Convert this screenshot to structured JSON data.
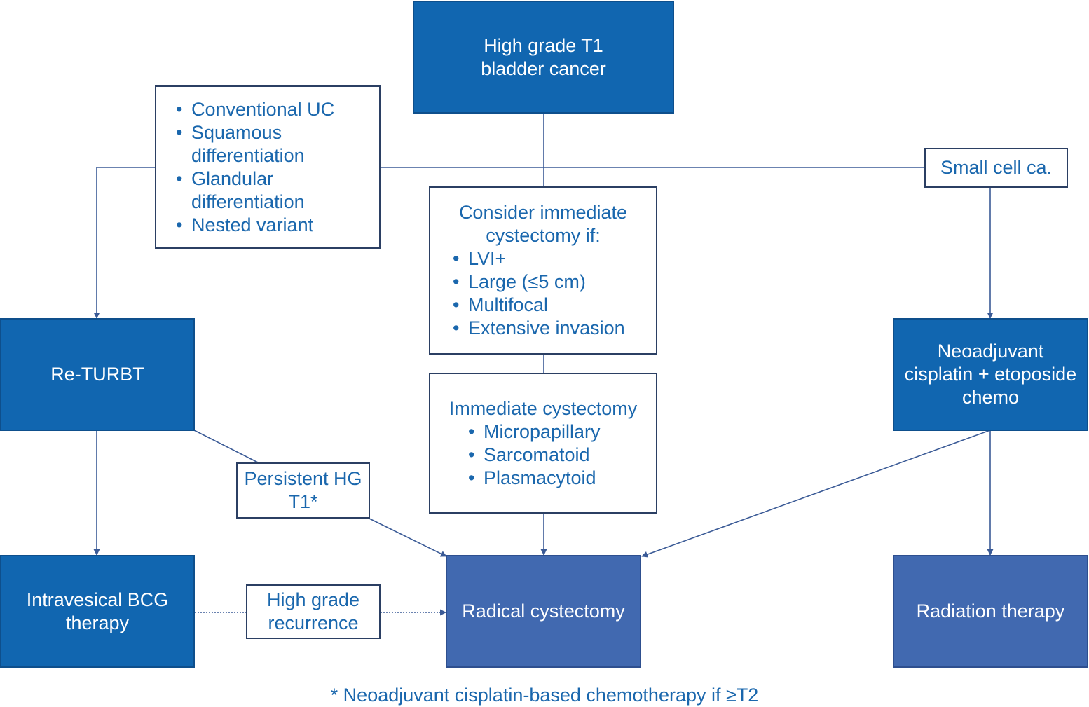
{
  "diagram": {
    "nodes": {
      "hg_t1": {
        "lines": [
          "High grade T1",
          "bladder cancer"
        ]
      },
      "variants": {
        "bullets": [
          [
            "Conventional UC"
          ],
          [
            "Squamous",
            "differentiation"
          ],
          [
            "Glandular",
            "differentiation"
          ],
          [
            "Nested variant"
          ]
        ]
      },
      "small_cell": {
        "lines": [
          "Small cell ca."
        ]
      },
      "consider": {
        "lines": [
          "Consider immediate",
          "cystectomy if:"
        ],
        "bullets": [
          "LVI+",
          "Large (≤5 cm)",
          "Multifocal",
          "Extensive invasion"
        ]
      },
      "immediate": {
        "lines": [
          "Immediate cystectomy"
        ],
        "bullets": [
          "Micropapillary",
          "Sarcomatoid",
          "Plasmacytoid"
        ]
      },
      "re_turbt": {
        "lines": [
          "Re-TURBT"
        ]
      },
      "neoadjuvant": {
        "lines": [
          "Neoadjuvant",
          "cisplatin + etoposide",
          "chemo"
        ]
      },
      "persistent": {
        "lines": [
          "Persistent HG",
          "T1*"
        ]
      },
      "bcg": {
        "lines": [
          "Intravesical BCG",
          "therapy"
        ]
      },
      "hg_recurrence": {
        "lines": [
          "High grade",
          "recurrence"
        ]
      },
      "radical": {
        "lines": [
          "Radical cystectomy"
        ]
      },
      "radiation": {
        "lines": [
          "Radiation therapy"
        ]
      }
    },
    "footnote": "* Neoadjuvant cisplatin-based chemotherapy if ≥T2"
  },
  "colors": {
    "filled_box": "#1166b0",
    "filled_box_light": "#4169b0",
    "outline_text": "#1a67ad",
    "connector": "#3a5a96"
  }
}
